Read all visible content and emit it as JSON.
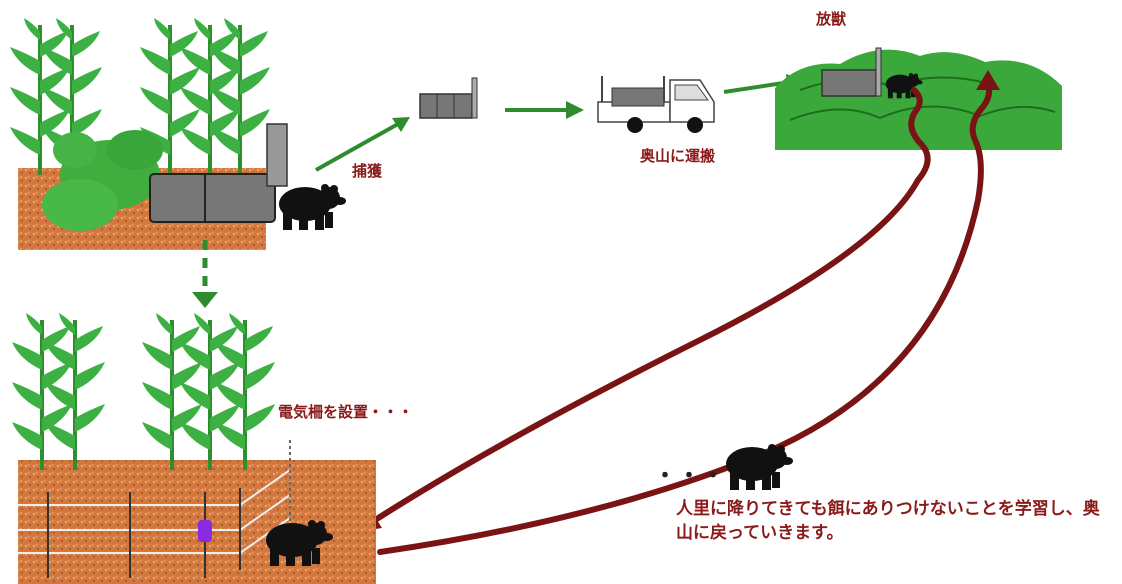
{
  "colors": {
    "arrow_green": "#2e8b2e",
    "return_path_red": "#7a1414",
    "label_red": "#8b1a1a",
    "soil": "#d2773e",
    "corn": "#3cb043",
    "mountain": "#3aa83a",
    "bear": "#111111"
  },
  "icons": [
    "corn-plant-icon",
    "box-trap-icon",
    "bear-icon",
    "truck-icon",
    "electric-fence-icon",
    "mountain-icon"
  ],
  "labels": {
    "capture": "捕獲",
    "transport": "奥山に運搬",
    "release": "放獣",
    "fence": "電気柵を設置・・・",
    "dots": "・・・",
    "learning": "人里に降りてきても餌にありつけないことを学習し、奥山に戻っていきます。"
  }
}
